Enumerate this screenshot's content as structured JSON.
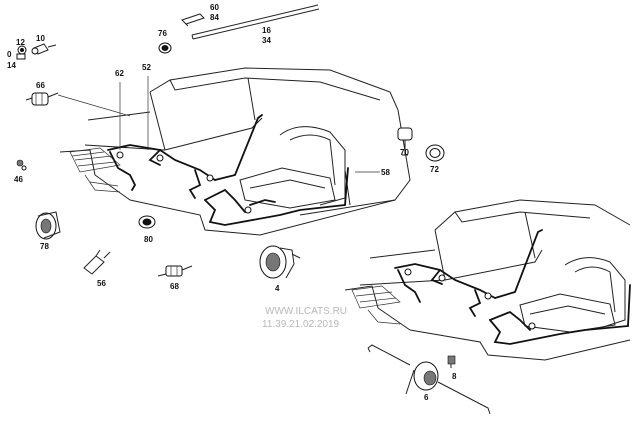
{
  "labels": {
    "p60": "60",
    "p84": "84",
    "p16": "16",
    "p34": "34",
    "p76": "76",
    "p12": "12",
    "p10": "10",
    "p0": "0",
    "p14": "14",
    "p66": "66",
    "p62": "62",
    "p52": "52",
    "p46": "46",
    "p78": "78",
    "p80": "80",
    "p56": "56",
    "p68": "68",
    "p4": "4",
    "p70": "70",
    "p72": "72",
    "p58": "58",
    "p8": "8",
    "p6": "6"
  },
  "watermark": {
    "site": "WWW.ILCATS.RU",
    "date": "11.39.21.02.2019"
  }
}
